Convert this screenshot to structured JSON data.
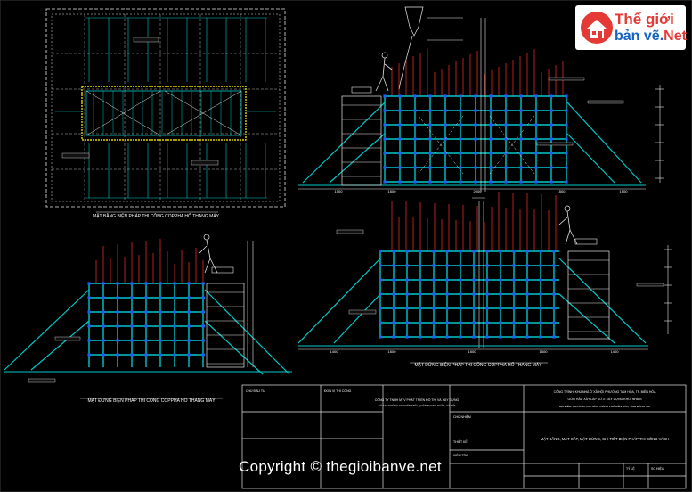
{
  "drawing": {
    "captions": {
      "plan": "MẶT BẰNG BIỆN PHÁP THI CÔNG COPPHA HỐ THANG MÁY",
      "section_right": "MẶT ĐỨNG BIỆN PHÁP THI CÔNG COPPHA HỐ THANG MÁY",
      "section_left": "MẶT ĐỨNG BIỆN PHÁP THI CÔNG COPPHA HỐ THANG MÁY"
    },
    "dimension_upper": [
      "1500",
      "1500",
      "2000",
      "1500",
      "1500"
    ],
    "dimension_lower": [
      "1400",
      "1500",
      "1500",
      "1500",
      "1400"
    ]
  },
  "title_block": {
    "company": "CÔNG TY TNHH MTV PHÁT TRIỂN ĐÔ THỊ VÀ XÂY DỰNG",
    "address": "SỐ 123 ĐƯỜNG NGUYỄN TRÃI, QUẬN THANH XUÂN, HÀ NỘI",
    "project_line1": "CÔNG TRÌNH: KHU NHÀ Ở XÃ HỘI PHƯỜNG TAM HÒA, TP. BIÊN HÒA",
    "project_line2": "GÓI THẦU XÂY LẮP SỐ 3: XÂY DỰNG KHỐI NHÀ B",
    "project_line3": "ĐỊA ĐIỂM: PHƯỜNG TAM HÒA, THÀNH PHỐ BIÊN HÒA, TỈNH ĐỒNG NAI",
    "sheet_title": "MẶT BẰNG, MẶT CẮT, MẶT ĐỨNG, CHI TIẾT BIỆN PHÁP THI CÔNG VÁCH",
    "labels": [
      "CHỦ ĐẦU TƯ",
      "ĐƠN VỊ THI CÔNG",
      "CHỦ NHIỆM",
      "THIẾT KẾ",
      "KIỂM TRA",
      "TỶ LỆ",
      "SỐ HIỆU"
    ]
  },
  "logo": {
    "line1": "Thế giới",
    "line2_main": "bản vẽ.",
    "line2_accent": "Net"
  },
  "watermark": "Copyright © thegioibanve.net",
  "colors": {
    "background": "#000000",
    "formwork": "#00c8c8",
    "nodes": "#1e5cff",
    "rebar": "#ff3030",
    "outline": "#e6e6e6",
    "annotation": "#00e000",
    "highlight": "#e6d200"
  }
}
